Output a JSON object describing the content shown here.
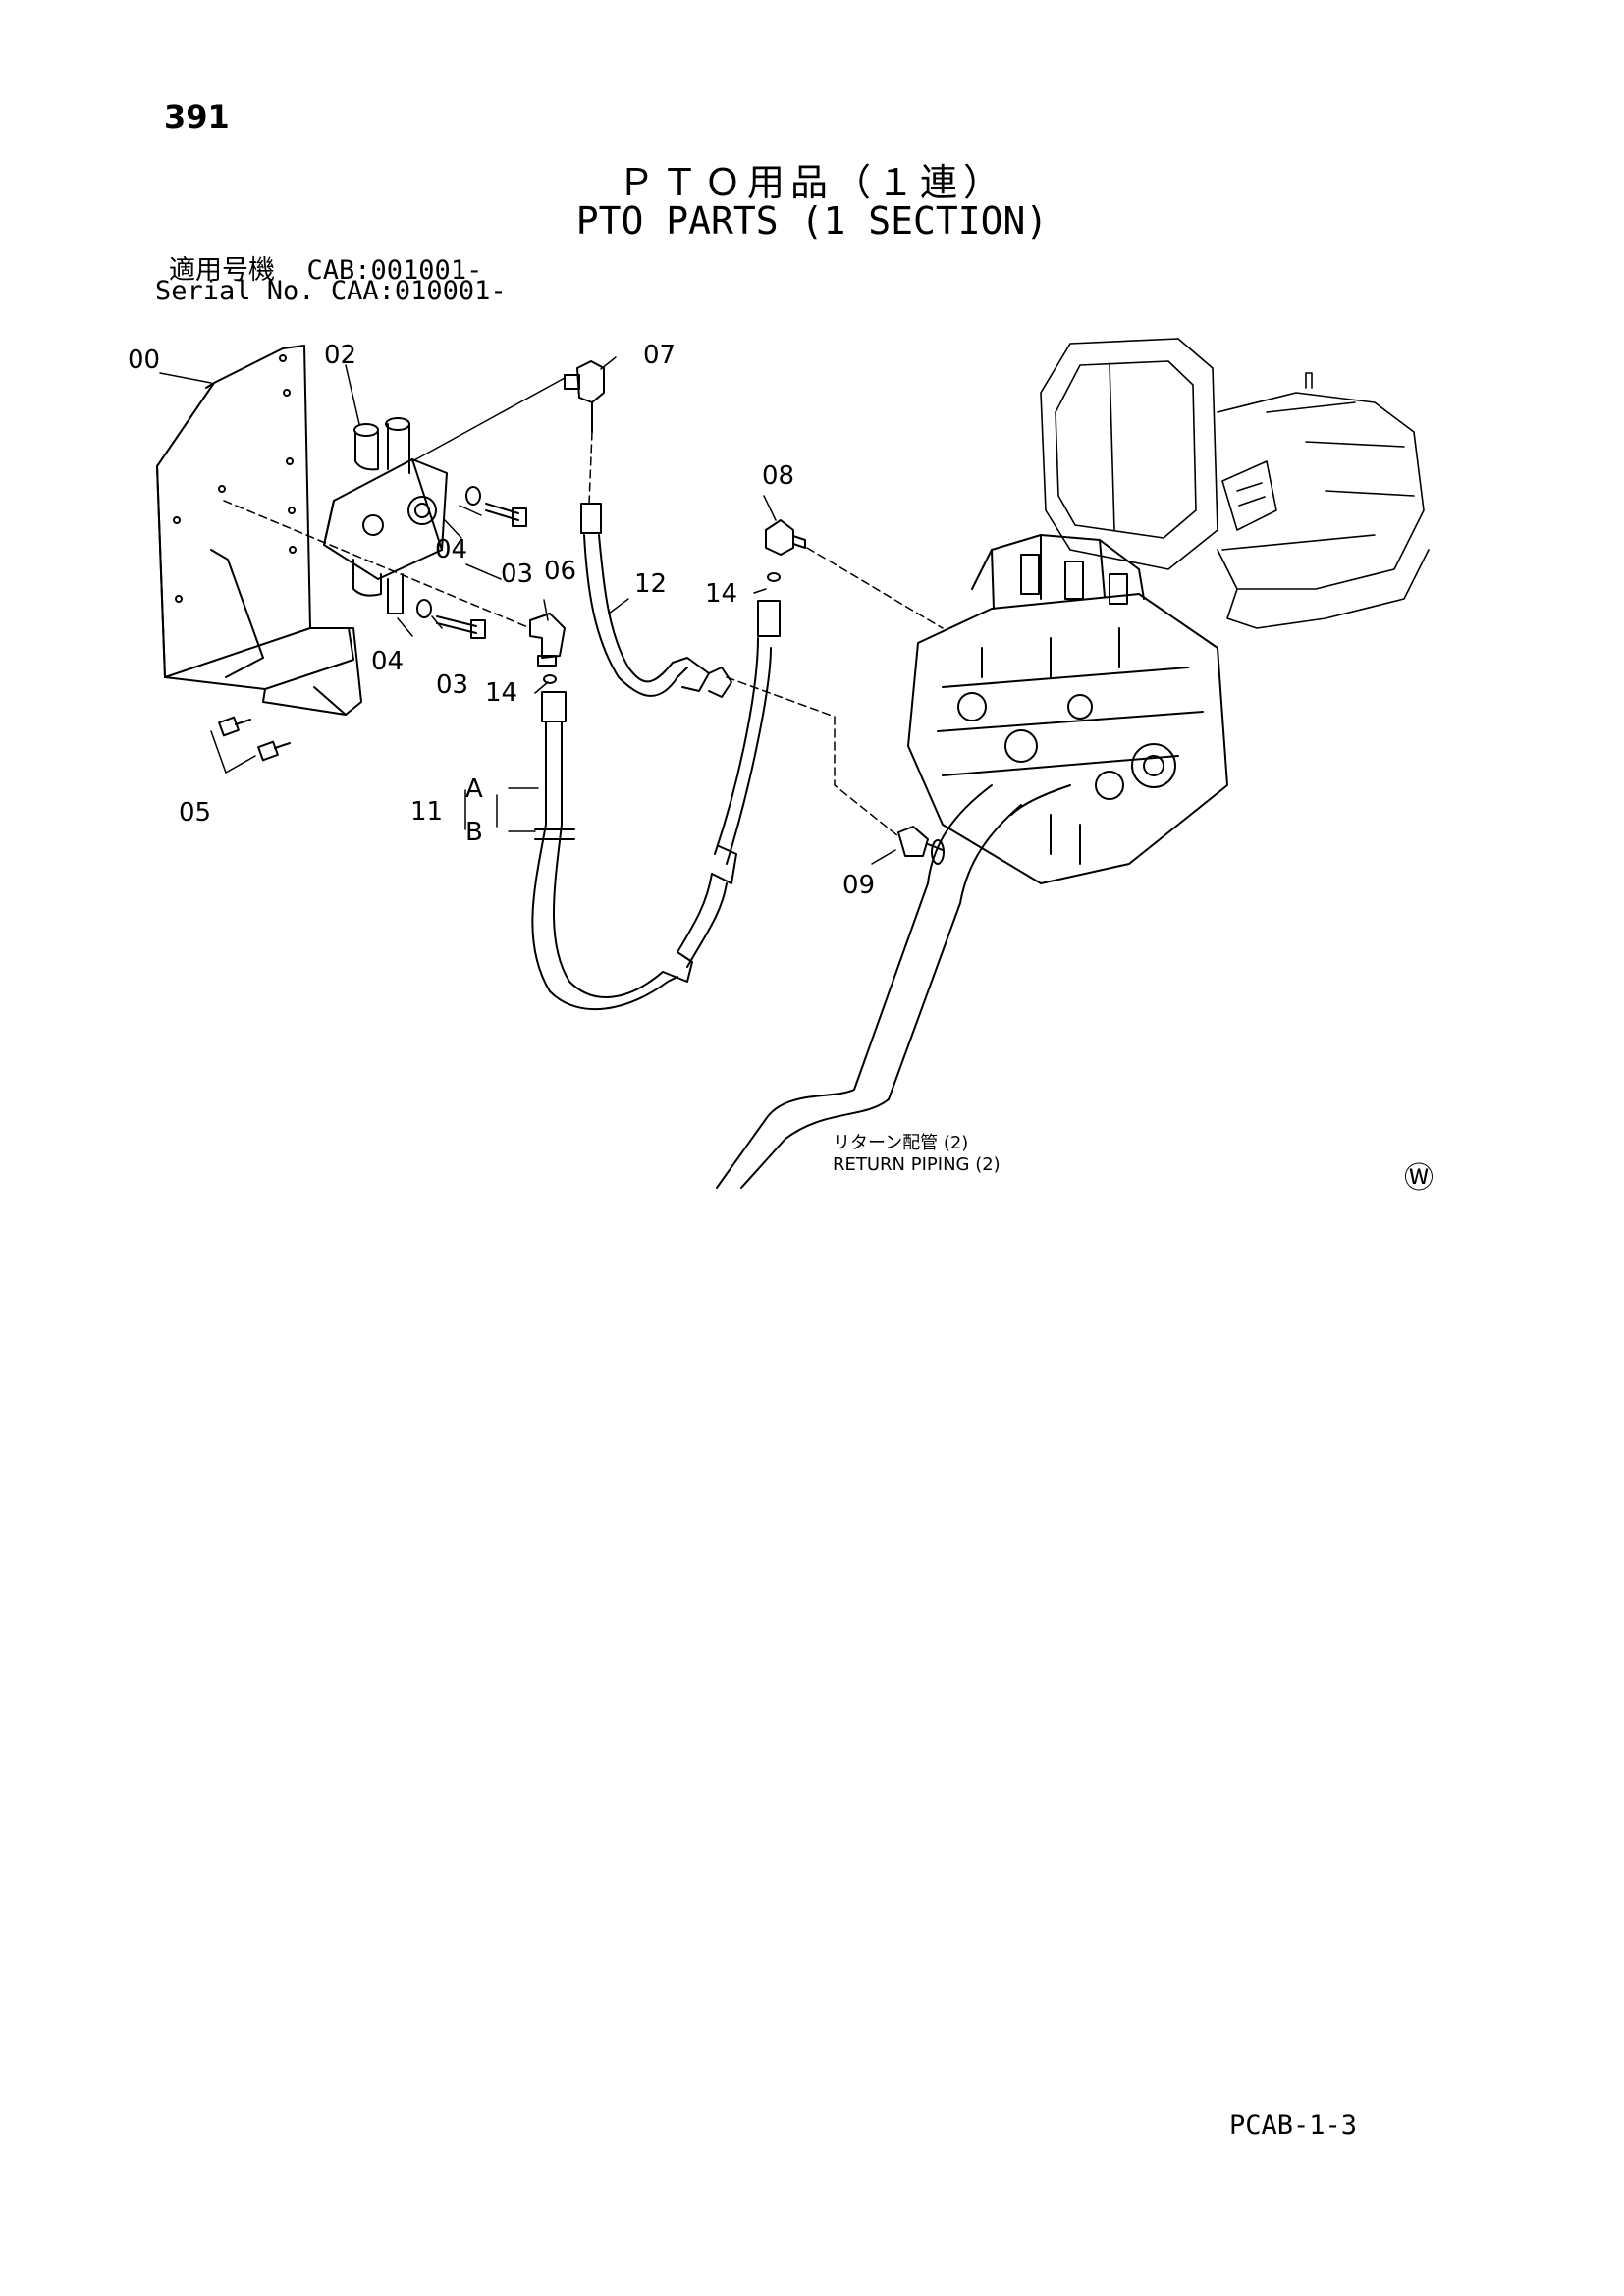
{
  "page_number": "391",
  "title_jp": "ＰＴＯ用品（１連）",
  "title_en": "PTO PARTS (1 SECTION)",
  "serial_info": [
    {
      "label": "適用号機",
      "value": "CAB:001001-"
    },
    {
      "label": "Serial No.",
      "value": "CAA:010001-"
    }
  ],
  "callouts": {
    "c00": "00",
    "c02": "02",
    "c03a": "03",
    "c03b": "03",
    "c04a": "04",
    "c04b": "04",
    "c05": "05",
    "c06": "06",
    "c07": "07",
    "c08": "08",
    "c09": "09",
    "c11": "11",
    "c11a": "A",
    "c11b": "B",
    "c12": "12",
    "c14a": "14",
    "c14b": "14"
  },
  "notes": {
    "return_jp": "リターン配管 (2)",
    "return_en": "RETURN PIPING (2)",
    "symbol": "Ⓦ"
  },
  "footer_code": "PCAB-1-3"
}
